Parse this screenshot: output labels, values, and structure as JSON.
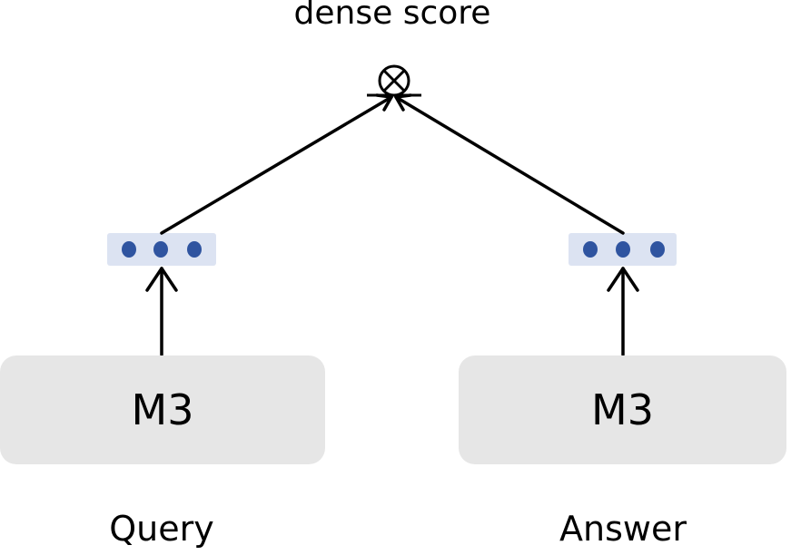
{
  "title": "dense score",
  "encoders": [
    {
      "label": "M3",
      "input": "Query"
    },
    {
      "label": "M3",
      "input": "Answer"
    }
  ],
  "colors": {
    "box_fill": "#e6e6e6",
    "vector_fill": "#dce3f2",
    "dot": "#2f54a0",
    "line": "#000000"
  },
  "icons": {
    "operator": "circle-times-icon"
  }
}
